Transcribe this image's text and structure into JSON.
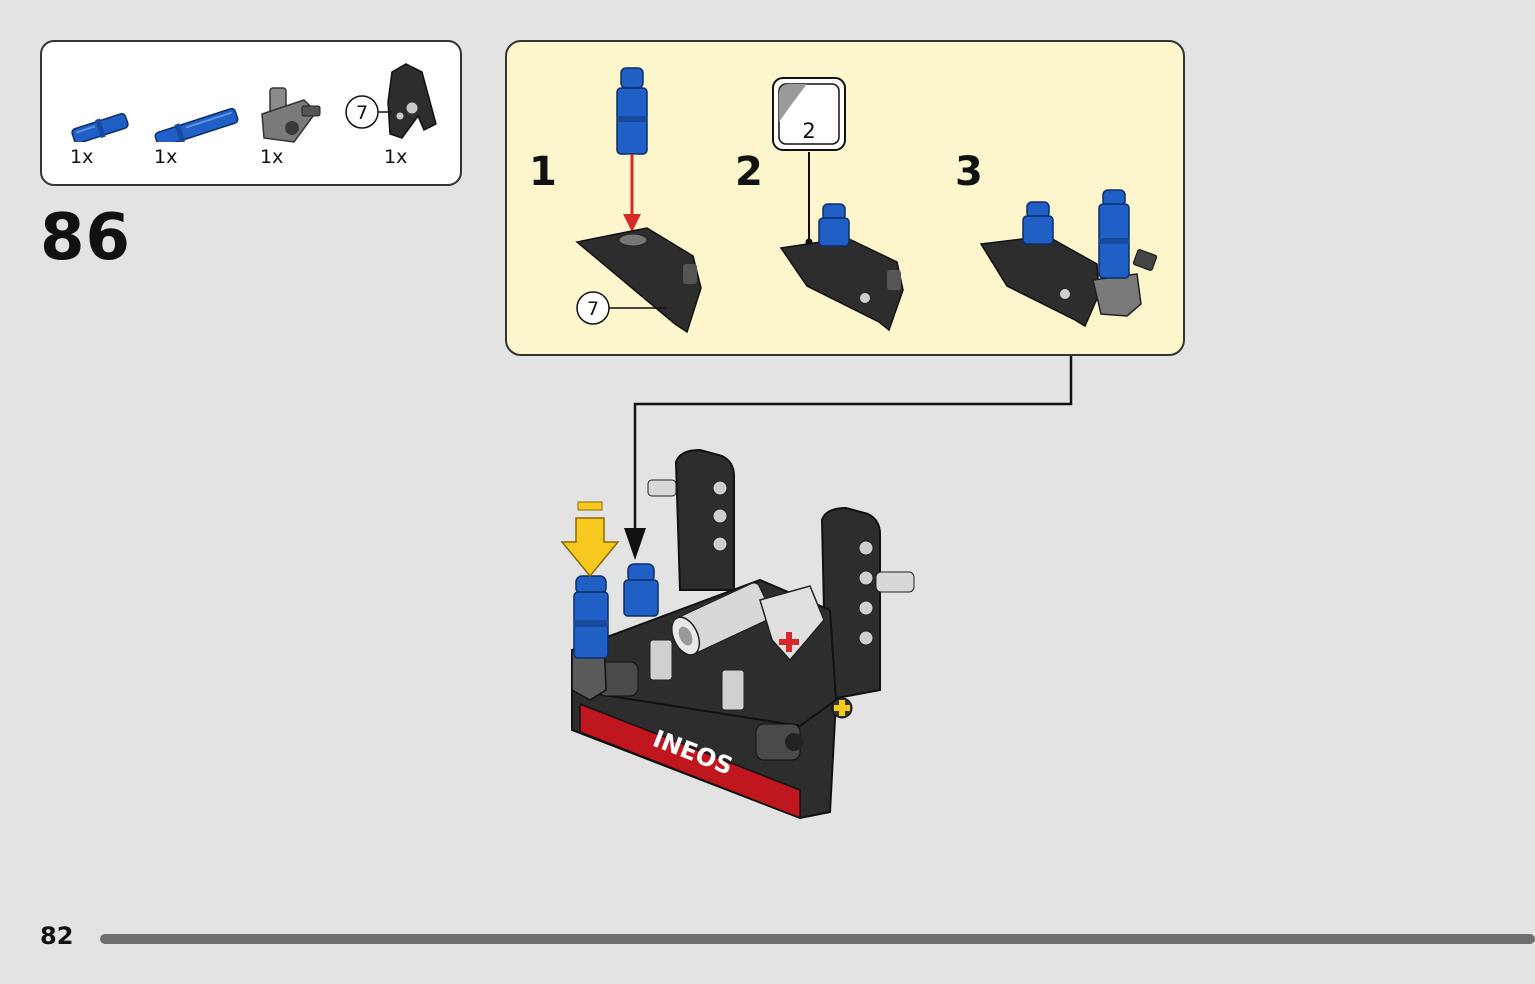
{
  "parts_list": [
    {
      "icon": "blue-axle-pin-icon",
      "quantity": "1x"
    },
    {
      "icon": "blue-long-axle-pin-icon",
      "quantity": "1x"
    },
    {
      "icon": "grey-axle-connector-icon",
      "quantity": "1x"
    },
    {
      "icon": "black-panel-piece-icon",
      "quantity": "1x",
      "callout": "7"
    }
  ],
  "step_number": "86",
  "sub_steps": [
    {
      "label": "1",
      "callout": "7"
    },
    {
      "label": "2",
      "sticker_number": "2"
    },
    {
      "label": "3"
    }
  ],
  "page_number": "82",
  "main_model": {
    "banner_text": "INEOS"
  },
  "colors": {
    "background": "#e3e3e3",
    "substep_background": "#fdf5cb",
    "lego_blue": "#1f5fc6",
    "lego_black": "#2d2d2d",
    "arrow_red": "#d62a2a",
    "arrow_yellow": "#f7c81e",
    "banner_red": "#c0161e"
  }
}
